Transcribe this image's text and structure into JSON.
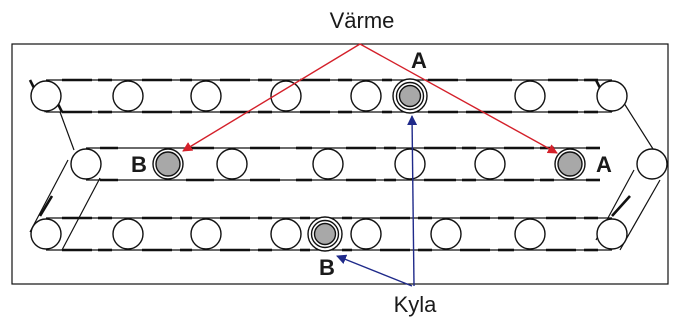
{
  "labels": {
    "heat": "Värme",
    "cold": "Kyla",
    "a_top": "A",
    "a_right": "A",
    "b_left": "B",
    "b_bottom": "B"
  },
  "colors": {
    "heat_arrow": "#d4202a",
    "cold_arrow": "#1f2a8a",
    "tube_fill": "#a8a8a8",
    "line": "#111111"
  }
}
